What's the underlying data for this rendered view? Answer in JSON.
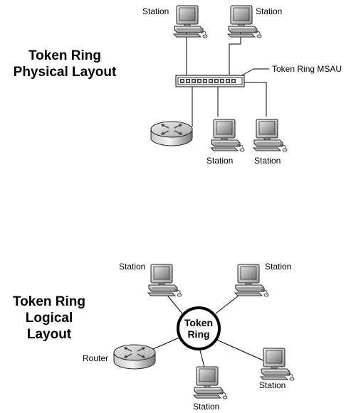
{
  "physical": {
    "title": [
      "Token Ring",
      "Physical Layout"
    ],
    "msau_label": "Token Ring MSAU",
    "stations": [
      "Station",
      "Station",
      "Station",
      "Station"
    ]
  },
  "logical": {
    "title": [
      "Token Ring",
      "Logical Layout"
    ],
    "ring_label": [
      "Token",
      "Ring"
    ],
    "router_label": "Router",
    "stations": [
      "Station",
      "Station",
      "Station",
      "Station"
    ]
  },
  "icons": [
    "computer-station-icon",
    "router-icon",
    "msau-hub-icon"
  ]
}
